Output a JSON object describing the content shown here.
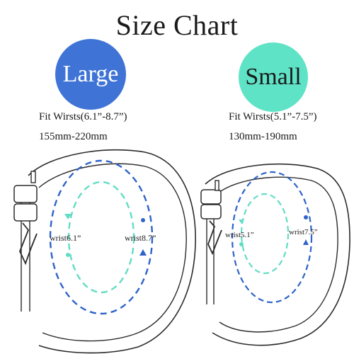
{
  "title": "Size Chart",
  "large": {
    "label": "Large",
    "fit": "Fit Wirsts(6.1”-8.7”)",
    "mm": "155mm-220mm",
    "inner_label": "wrist6.1”",
    "outer_label": "wrist8.7”"
  },
  "small": {
    "label": "Small",
    "fit": "Fit Wirsts(5.1”-7.5”)",
    "mm": "130mm-190mm",
    "inner_label": "wrist5.1”",
    "outer_label": "wrist7.5”"
  },
  "colors": {
    "large_badge": "#3f74d6",
    "small_badge": "#5fe3c7",
    "outer_loop": "#2f63c9",
    "inner_loop": "#63dcc4",
    "band_outline": "#2b2b2b"
  }
}
